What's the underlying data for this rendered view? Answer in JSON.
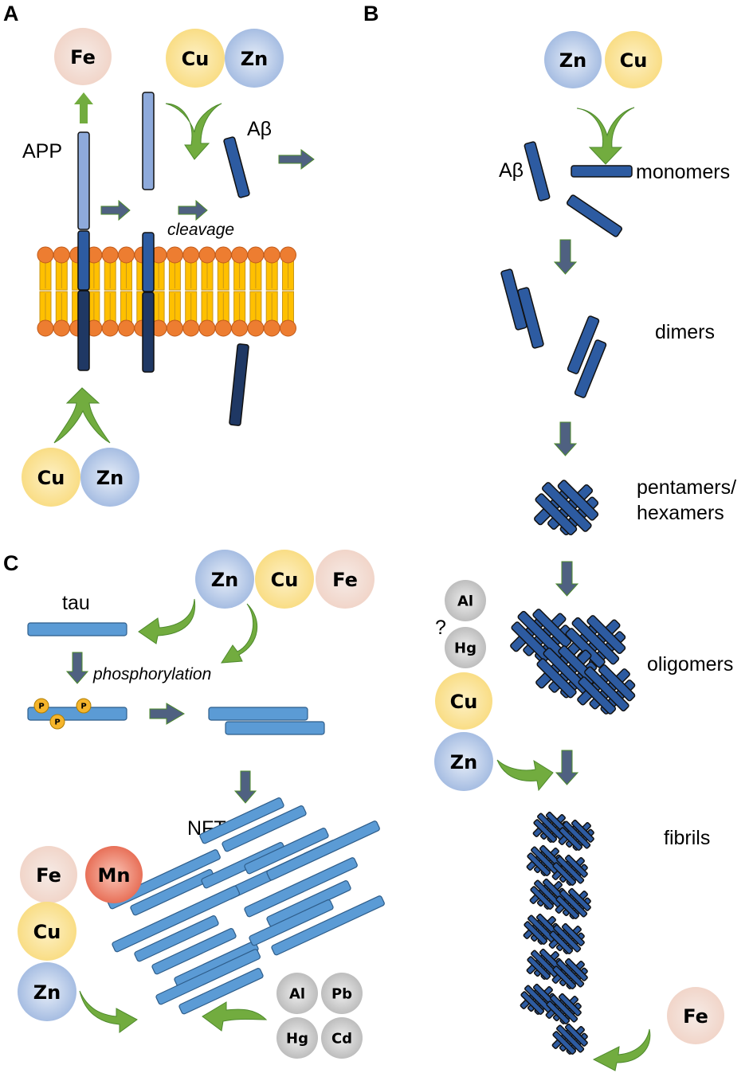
{
  "figure": {
    "panels": [
      {
        "id": "A",
        "label": "A",
        "labels": {
          "app": "APP",
          "abeta": "Aβ",
          "cleavage": "cleavage"
        },
        "metals": [
          {
            "symbol": "Fe",
            "role": "released"
          },
          {
            "symbol": "Cu",
            "role": "promotes aggregation"
          },
          {
            "symbol": "Zn",
            "role": "promotes aggregation"
          },
          {
            "symbol": "Cu",
            "role": "upregulates APP"
          },
          {
            "symbol": "Zn",
            "role": "upregulates APP"
          }
        ]
      },
      {
        "id": "B",
        "label": "B",
        "labels": {
          "abeta": "Aβ"
        },
        "stages": [
          "monomers",
          "dimers",
          "pentamers/",
          "hexamers",
          "oligomers",
          "fibrils"
        ],
        "metals": [
          {
            "symbol": "Zn"
          },
          {
            "symbol": "Cu"
          },
          {
            "symbol": "Al"
          },
          {
            "symbol": "Hg"
          },
          {
            "symbol": "Cu"
          },
          {
            "symbol": "Zn"
          },
          {
            "symbol": "Fe"
          }
        ],
        "uncertain_mark": "?"
      },
      {
        "id": "C",
        "label": "C",
        "labels": {
          "tau": "tau",
          "phosphorylation": "phosphorylation",
          "nft": "NFT",
          "phospho": "P"
        },
        "metals": [
          {
            "symbol": "Zn"
          },
          {
            "symbol": "Cu"
          },
          {
            "symbol": "Fe"
          },
          {
            "symbol": "Fe"
          },
          {
            "symbol": "Mn"
          },
          {
            "symbol": "Cu"
          },
          {
            "symbol": "Zn"
          },
          {
            "symbol": "Al"
          },
          {
            "symbol": "Pb"
          },
          {
            "symbol": "Hg"
          },
          {
            "symbol": "Cd"
          }
        ]
      }
    ],
    "colors": {
      "fe": "#f3dcd2",
      "cu": "#fbe39a",
      "zn": "#b3c6e6",
      "mn": "#ec8672",
      "gray": "#c9c9c9",
      "green_arrow": "#72ac3f",
      "step_arrow": "#4f6181",
      "abeta": "#2d5ba1",
      "tau": "#5b9bd5",
      "lipid_head": "#ed7d31",
      "lipid_tail": "#ffc000"
    }
  }
}
